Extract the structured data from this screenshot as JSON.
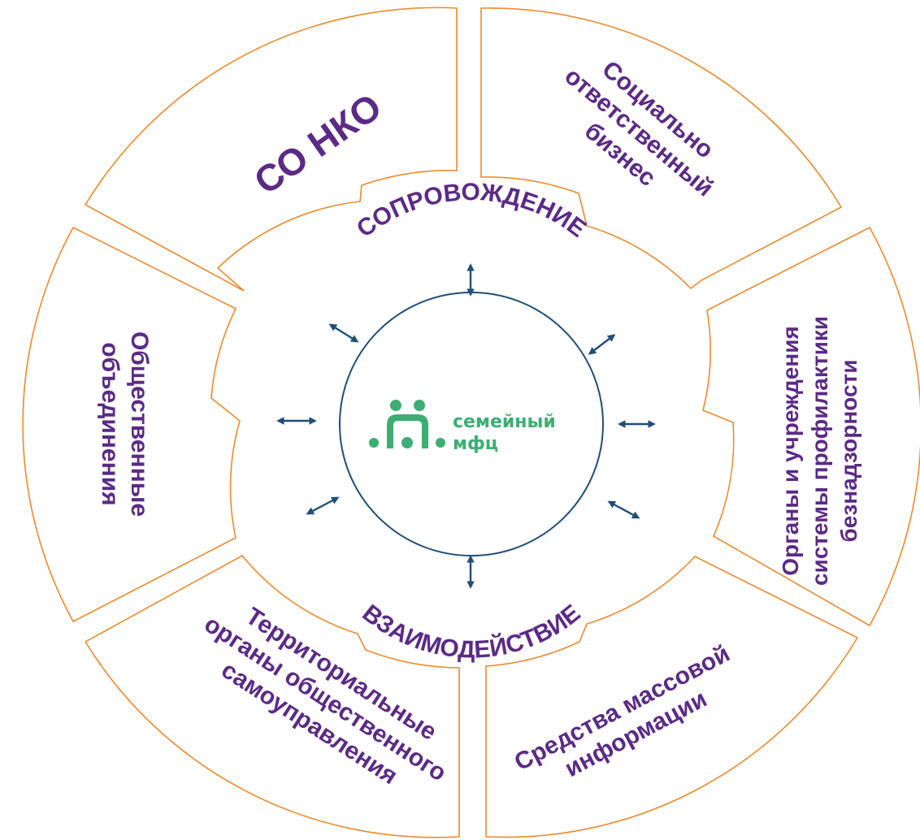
{
  "center": {
    "logo_line1": "семейный",
    "logo_line2": "мфц",
    "logo_color": "#3dae73"
  },
  "ring": {
    "top_label": "СОПРОВОЖДЕНИЕ",
    "bottom_label": "ВЗАИМОДЕЙСТВИЕ"
  },
  "segments": {
    "so_nko": "СО НКО",
    "business": [
      "Социально",
      "ответственный",
      "бизнес"
    ],
    "prevention": [
      "Органы и учреждения",
      "системы профилактики",
      "безнадзорности"
    ],
    "media": [
      "Средства массовой",
      "информации"
    ],
    "self_government": [
      "Территориальные",
      "органы общественного",
      "самоуправления"
    ],
    "associations": [
      "Общественные",
      "объединения"
    ]
  },
  "colors": {
    "text": "#5b2a86",
    "outline": "#ed8a2e",
    "arrows": "#1f4e79",
    "circle": "#1f4e79"
  }
}
